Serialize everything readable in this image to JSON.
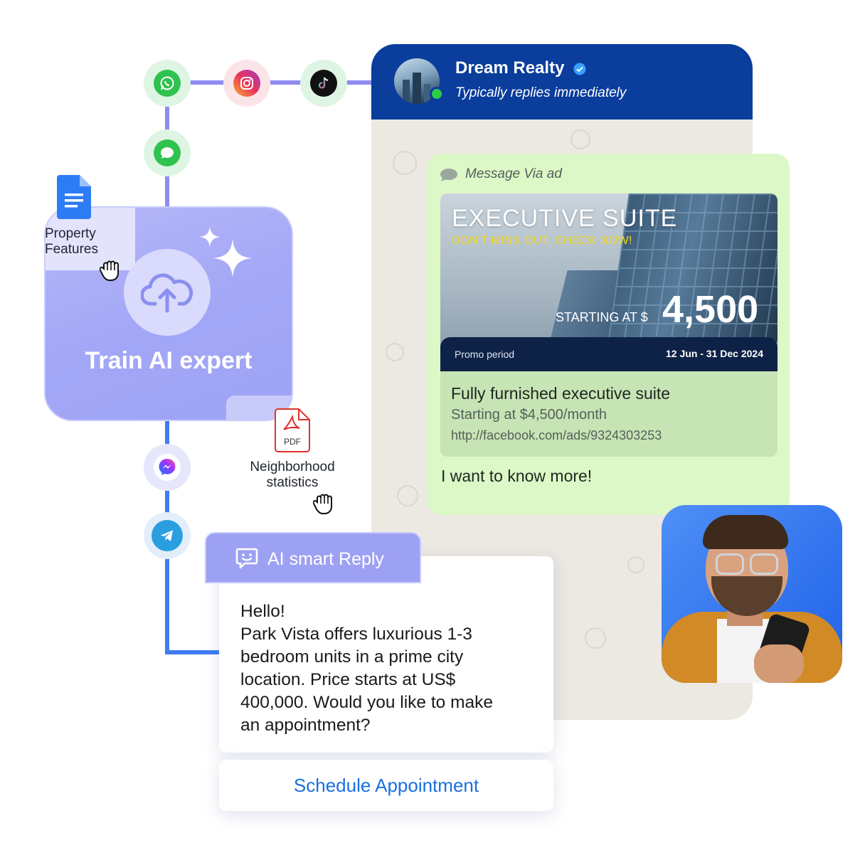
{
  "channels": [
    "whatsapp-icon",
    "instagram-icon",
    "tiktok-icon",
    "imessage-icon",
    "messenger-icon",
    "telegram-icon"
  ],
  "chat": {
    "title": "Dream Realty",
    "subtitle": "Typically replies immediately",
    "header_color": "#0a3d9c",
    "message": {
      "via_label": "Message Via ad",
      "ad": {
        "headline": "EXECUTIVE SUITE",
        "tagline": "DON'T MISS OUT, CHECK NOW!",
        "starting_label": "STARTING AT $",
        "price": "4,500",
        "promo_label": "Promo period",
        "promo_dates": "12 Jun - 31 Dec 2024",
        "title": "Fully furnished executive suite",
        "price_line": "Starting at $4,500/month",
        "url": "http://facebook.com/ads/9324303253"
      },
      "text": "I want to know more!"
    }
  },
  "train": {
    "title": "Train AI expert",
    "doc1_label_line1": "Property",
    "doc1_label_line2": "Features",
    "doc2_label_line1": "Neighborhood",
    "doc2_label_line2": "statistics",
    "pdf_text": "PDF"
  },
  "ai_reply": {
    "tab_label": "AI smart Reply",
    "lines": [
      "Hello!",
      "Park Vista offers luxurious 1-3",
      "bedroom units in a prime city",
      "location. Price starts at US$",
      "400,000. Would you like to make",
      "an appointment?"
    ],
    "button_label": "Schedule Appointment"
  },
  "colors": {
    "accent_purple": "#9da1f3",
    "link_blue": "#1a6fe0",
    "bubble_green": "#dcf8c6"
  }
}
